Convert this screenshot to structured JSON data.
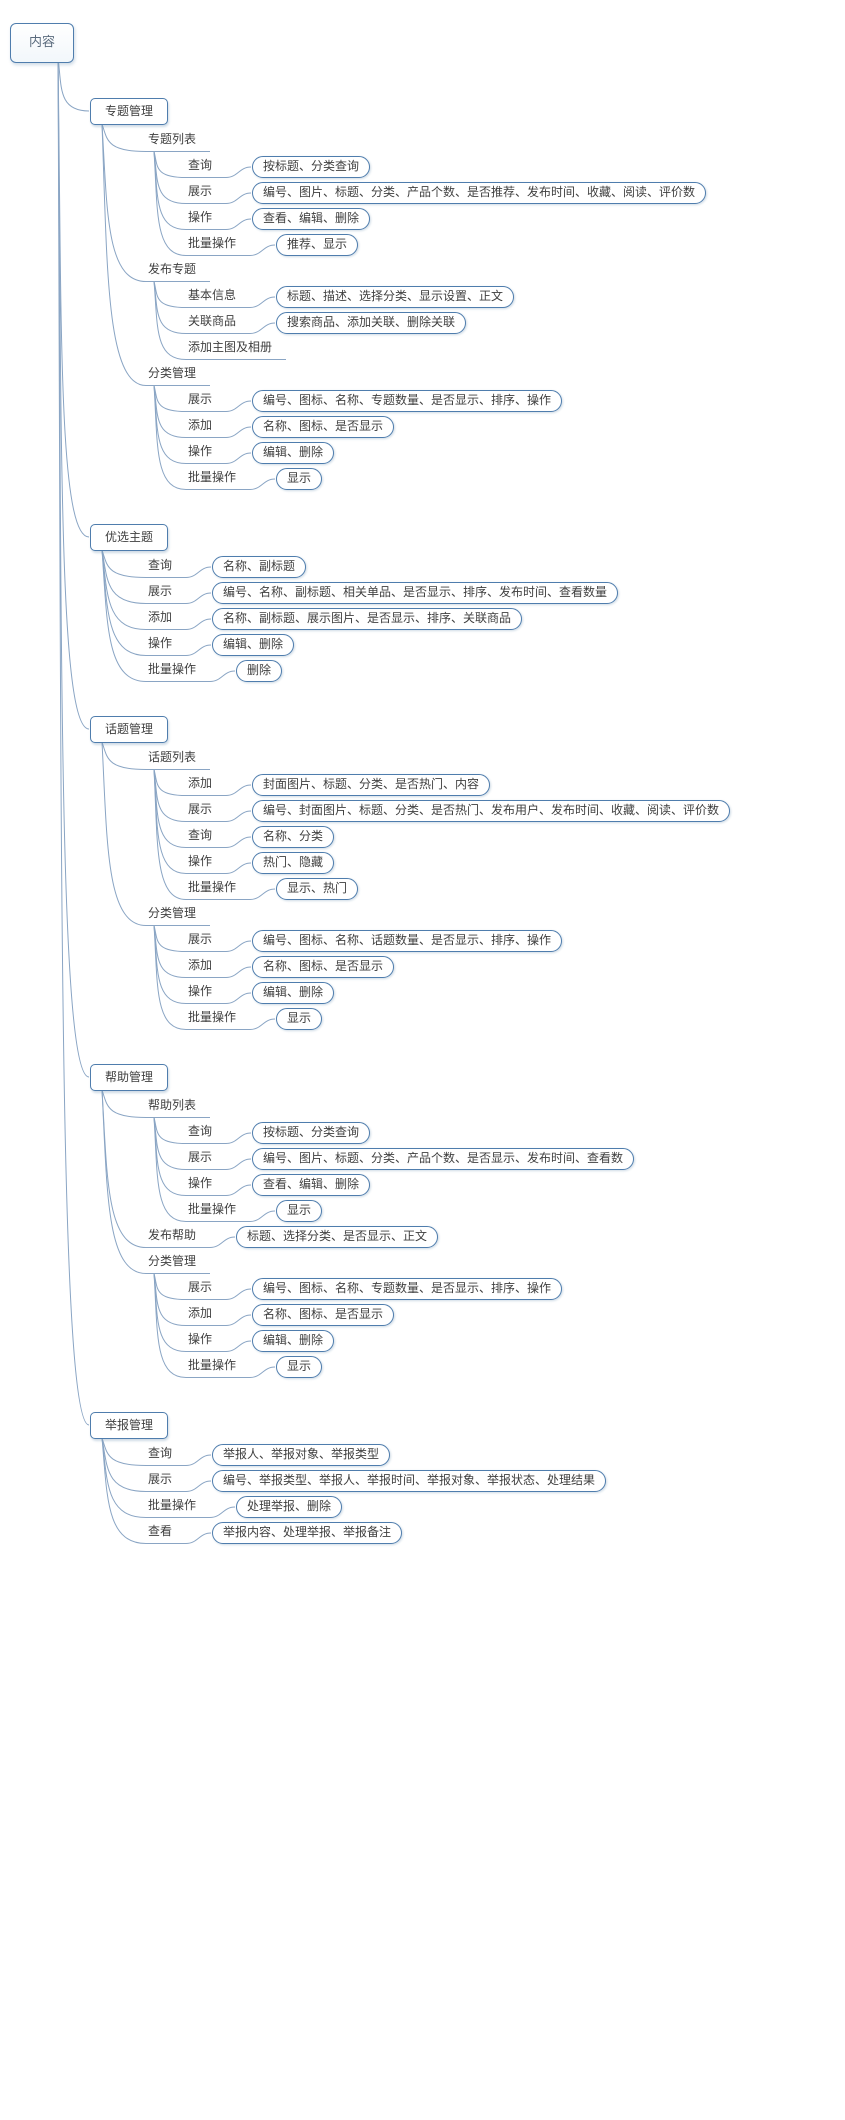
{
  "palette": {
    "node_border": "#4f7dad",
    "line": "#8aa5c4",
    "text": "#3f3f3f",
    "shadow": "rgba(110,145,180,0.33)"
  },
  "tree": {
    "label": "内容",
    "kind": "root",
    "children": [
      {
        "label": "专题管理",
        "kind": "branch",
        "children": [
          {
            "label": "专题列表",
            "kind": "item",
            "children": [
              {
                "label": "查询",
                "kind": "item",
                "children": [
                  {
                    "label": "按标题、分类查询",
                    "kind": "leaf",
                    "children": []
                  }
                ]
              },
              {
                "label": "展示",
                "kind": "item",
                "children": [
                  {
                    "label": "编号、图片、标题、分类、产品个数、是否推荐、发布时间、收藏、阅读、评价数",
                    "kind": "leaf",
                    "children": []
                  }
                ]
              },
              {
                "label": "操作",
                "kind": "item",
                "children": [
                  {
                    "label": "查看、编辑、删除",
                    "kind": "leaf",
                    "children": []
                  }
                ]
              },
              {
                "label": "批量操作",
                "kind": "item",
                "children": [
                  {
                    "label": "推荐、显示",
                    "kind": "leaf",
                    "children": []
                  }
                ]
              }
            ]
          },
          {
            "label": "发布专题",
            "kind": "item",
            "children": [
              {
                "label": "基本信息",
                "kind": "item",
                "children": [
                  {
                    "label": "标题、描述、选择分类、显示设置、正文",
                    "kind": "leaf",
                    "children": []
                  }
                ]
              },
              {
                "label": "关联商品",
                "kind": "item",
                "children": [
                  {
                    "label": "搜索商品、添加关联、删除关联",
                    "kind": "leaf",
                    "children": []
                  }
                ]
              },
              {
                "label": "添加主图及相册",
                "kind": "item",
                "children": []
              }
            ]
          },
          {
            "label": "分类管理",
            "kind": "item",
            "children": [
              {
                "label": "展示",
                "kind": "item",
                "children": [
                  {
                    "label": "编号、图标、名称、专题数量、是否显示、排序、操作",
                    "kind": "leaf",
                    "children": []
                  }
                ]
              },
              {
                "label": "添加",
                "kind": "item",
                "children": [
                  {
                    "label": "名称、图标、是否显示",
                    "kind": "leaf",
                    "children": []
                  }
                ]
              },
              {
                "label": "操作",
                "kind": "item",
                "children": [
                  {
                    "label": "编辑、删除",
                    "kind": "leaf",
                    "children": []
                  }
                ]
              },
              {
                "label": "批量操作",
                "kind": "item",
                "children": [
                  {
                    "label": "显示",
                    "kind": "leaf",
                    "children": []
                  }
                ]
              }
            ]
          }
        ]
      },
      {
        "label": "优选主题",
        "kind": "branch",
        "children": [
          {
            "label": "查询",
            "kind": "item",
            "children": [
              {
                "label": "名称、副标题",
                "kind": "leaf",
                "children": []
              }
            ]
          },
          {
            "label": "展示",
            "kind": "item",
            "children": [
              {
                "label": "编号、名称、副标题、相关单品、是否显示、排序、发布时间、查看数量",
                "kind": "leaf",
                "children": []
              }
            ]
          },
          {
            "label": "添加",
            "kind": "item",
            "children": [
              {
                "label": "名称、副标题、展示图片、是否显示、排序、关联商品",
                "kind": "leaf",
                "children": []
              }
            ]
          },
          {
            "label": "操作",
            "kind": "item",
            "children": [
              {
                "label": "编辑、删除",
                "kind": "leaf",
                "children": []
              }
            ]
          },
          {
            "label": "批量操作",
            "kind": "item",
            "children": [
              {
                "label": "删除",
                "kind": "leaf",
                "children": []
              }
            ]
          }
        ]
      },
      {
        "label": "话题管理",
        "kind": "branch",
        "children": [
          {
            "label": "话题列表",
            "kind": "item",
            "children": [
              {
                "label": "添加",
                "kind": "item",
                "children": [
                  {
                    "label": "封面图片、标题、分类、是否热门、内容",
                    "kind": "leaf",
                    "children": []
                  }
                ]
              },
              {
                "label": "展示",
                "kind": "item",
                "children": [
                  {
                    "label": "编号、封面图片、标题、分类、是否热门、发布用户、发布时间、收藏、阅读、评价数",
                    "kind": "leaf",
                    "children": []
                  }
                ]
              },
              {
                "label": "查询",
                "kind": "item",
                "children": [
                  {
                    "label": "名称、分类",
                    "kind": "leaf",
                    "children": []
                  }
                ]
              },
              {
                "label": "操作",
                "kind": "item",
                "children": [
                  {
                    "label": "热门、隐藏",
                    "kind": "leaf",
                    "children": []
                  }
                ]
              },
              {
                "label": "批量操作",
                "kind": "item",
                "children": [
                  {
                    "label": "显示、热门",
                    "kind": "leaf",
                    "children": []
                  }
                ]
              }
            ]
          },
          {
            "label": "分类管理",
            "kind": "item",
            "children": [
              {
                "label": "展示",
                "kind": "item",
                "children": [
                  {
                    "label": "编号、图标、名称、话题数量、是否显示、排序、操作",
                    "kind": "leaf",
                    "children": []
                  }
                ]
              },
              {
                "label": "添加",
                "kind": "item",
                "children": [
                  {
                    "label": "名称、图标、是否显示",
                    "kind": "leaf",
                    "children": []
                  }
                ]
              },
              {
                "label": "操作",
                "kind": "item",
                "children": [
                  {
                    "label": "编辑、删除",
                    "kind": "leaf",
                    "children": []
                  }
                ]
              },
              {
                "label": "批量操作",
                "kind": "item",
                "children": [
                  {
                    "label": "显示",
                    "kind": "leaf",
                    "children": []
                  }
                ]
              }
            ]
          }
        ]
      },
      {
        "label": "帮助管理",
        "kind": "branch",
        "children": [
          {
            "label": "帮助列表",
            "kind": "item",
            "children": [
              {
                "label": "查询",
                "kind": "item",
                "children": [
                  {
                    "label": "按标题、分类查询",
                    "kind": "leaf",
                    "children": []
                  }
                ]
              },
              {
                "label": "展示",
                "kind": "item",
                "children": [
                  {
                    "label": "编号、图片、标题、分类、产品个数、是否显示、发布时间、查看数",
                    "kind": "leaf",
                    "children": []
                  }
                ]
              },
              {
                "label": "操作",
                "kind": "item",
                "children": [
                  {
                    "label": "查看、编辑、删除",
                    "kind": "leaf",
                    "children": []
                  }
                ]
              },
              {
                "label": "批量操作",
                "kind": "item",
                "children": [
                  {
                    "label": "显示",
                    "kind": "leaf",
                    "children": []
                  }
                ]
              }
            ]
          },
          {
            "label": "发布帮助",
            "kind": "item",
            "children": [
              {
                "label": "标题、选择分类、是否显示、正文",
                "kind": "leaf",
                "children": []
              }
            ]
          },
          {
            "label": "分类管理",
            "kind": "item",
            "children": [
              {
                "label": "展示",
                "kind": "item",
                "children": [
                  {
                    "label": "编号、图标、名称、专题数量、是否显示、排序、操作",
                    "kind": "leaf",
                    "children": []
                  }
                ]
              },
              {
                "label": "添加",
                "kind": "item",
                "children": [
                  {
                    "label": "名称、图标、是否显示",
                    "kind": "leaf",
                    "children": []
                  }
                ]
              },
              {
                "label": "操作",
                "kind": "item",
                "children": [
                  {
                    "label": "编辑、删除",
                    "kind": "leaf",
                    "children": []
                  }
                ]
              },
              {
                "label": "批量操作",
                "kind": "item",
                "children": [
                  {
                    "label": "显示",
                    "kind": "leaf",
                    "children": []
                  }
                ]
              }
            ]
          }
        ]
      },
      {
        "label": "举报管理",
        "kind": "branch",
        "children": [
          {
            "label": "查询",
            "kind": "item",
            "children": [
              {
                "label": "举报人、举报对象、举报类型",
                "kind": "leaf",
                "children": []
              }
            ]
          },
          {
            "label": "展示",
            "kind": "item",
            "children": [
              {
                "label": "编号、举报类型、举报人、举报时间、举报对象、举报状态、处理结果",
                "kind": "leaf",
                "children": []
              }
            ]
          },
          {
            "label": "批量操作",
            "kind": "item",
            "children": [
              {
                "label": "处理举报、删除",
                "kind": "leaf",
                "children": []
              }
            ]
          },
          {
            "label": "查看",
            "kind": "item",
            "children": [
              {
                "label": "举报内容、处理举报、举报备注",
                "kind": "leaf",
                "children": []
              }
            ]
          }
        ]
      }
    ]
  }
}
